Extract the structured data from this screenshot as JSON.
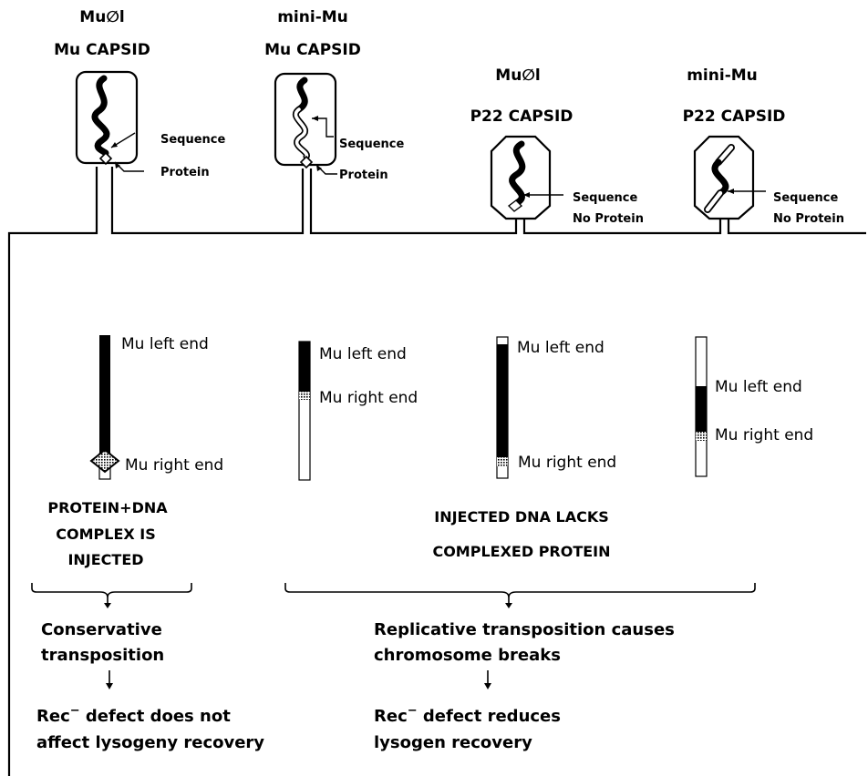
{
  "capsids": [
    {
      "line1": "Mu∅l",
      "line2": "Mu CAPSID",
      "seq": "Sequence",
      "prot": "Protein"
    },
    {
      "line1": "mini-Mu",
      "line2": "Mu CAPSID",
      "seq": "Sequence",
      "prot": "Protein"
    },
    {
      "line1": "Mu∅l",
      "line2": "P22 CAPSID",
      "seq": "Sequence",
      "prot": "No Protein"
    },
    {
      "line1": "mini-Mu",
      "line2": "P22 CAPSID",
      "seq": "Sequence",
      "prot": "No Protein"
    }
  ],
  "dna": [
    {
      "left": "Mu left end",
      "right": "Mu right end"
    },
    {
      "left": "Mu left end",
      "right": "Mu right end"
    },
    {
      "left": "Mu left end",
      "right": "Mu right end"
    },
    {
      "left": "Mu left end",
      "right": "Mu right end"
    }
  ],
  "outcomes": {
    "complex": [
      "PROTEIN+DNA",
      "COMPLEX IS",
      "INJECTED"
    ],
    "lacks": [
      "INJECTED DNA LACKS",
      "COMPLEXED PROTEIN"
    ],
    "left": {
      "mech": [
        "Conservative",
        "transposition"
      ],
      "rec": "Rec",
      "rec_sup": "−",
      "rec_rest": " defect does not",
      "rec2": "affect lysogeny recovery"
    },
    "right": {
      "mech": [
        "Replicative transposition causes",
        "chromosome breaks"
      ],
      "rec": "Rec",
      "rec_sup": "−",
      "rec_rest": " defect reduces",
      "rec2": "lysogen recovery"
    }
  }
}
